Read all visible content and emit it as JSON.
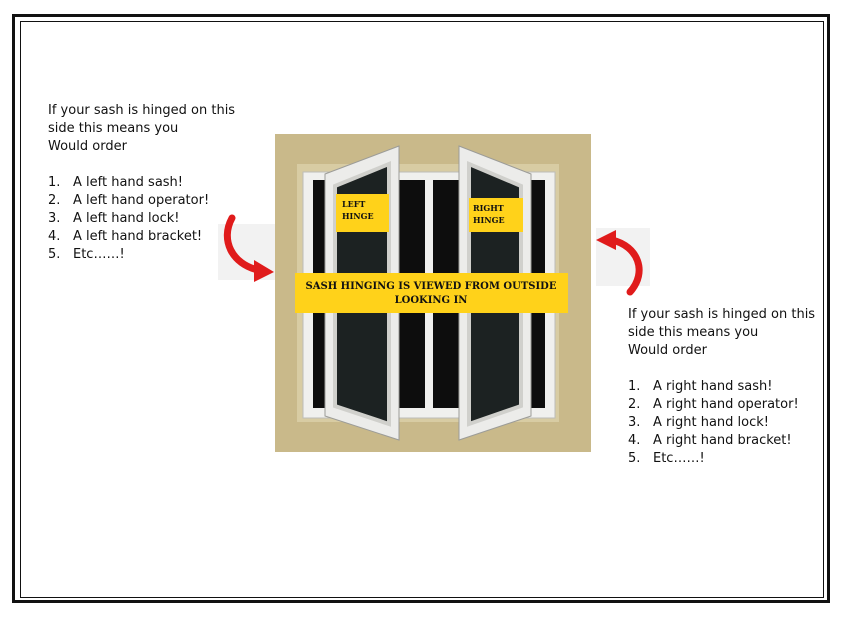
{
  "left_note": {
    "intro": [
      "If your sash is hinged on this",
      "side this means you",
      "Would order"
    ],
    "items": [
      {
        "num": "1.",
        "text": "A left hand sash!"
      },
      {
        "num": "2.",
        "text": "A left hand operator!"
      },
      {
        "num": "3.",
        "text": "A left hand lock!"
      },
      {
        "num": "4.",
        "text": "A left hand bracket!"
      },
      {
        "num": "5.",
        "text": "Etc……!"
      }
    ]
  },
  "right_note": {
    "intro": [
      "If your sash is hinged on this",
      "side this means you",
      "Would order"
    ],
    "items": [
      {
        "num": "1.",
        "text": "A right hand sash!"
      },
      {
        "num": "2.",
        "text": "A right hand operator!"
      },
      {
        "num": "3.",
        "text": "A right hand lock!"
      },
      {
        "num": "4.",
        "text": "A right hand bracket!"
      },
      {
        "num": "5.",
        "text": "Etc……!"
      }
    ]
  },
  "photo": {
    "left_tag": [
      "LEFT",
      "HINGE"
    ],
    "right_tag": [
      "RIGHT",
      "HINGE"
    ],
    "banner": [
      "SASH  HINGING IS  VIEWED FROM OUTSIDE",
      "LOOKING IN"
    ]
  },
  "colors": {
    "wall": "#c9b98a",
    "tag": "#ffd21a",
    "arrow": "#e01b1b",
    "frame": "#f4f4f2"
  }
}
